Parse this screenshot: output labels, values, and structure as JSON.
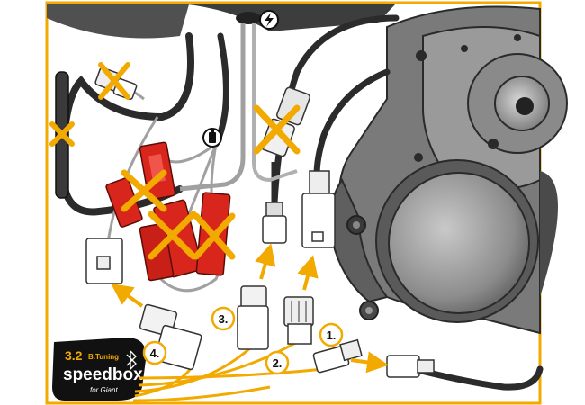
{
  "steps": [
    {
      "label": "1."
    },
    {
      "label": "2."
    },
    {
      "label": "3."
    },
    {
      "label": "4."
    }
  ],
  "device": {
    "version": "3.2",
    "brand_top": "B.Tuning",
    "brand": "speedbox",
    "variant": "for Giant"
  },
  "icons": {
    "power": "lightning-bolt-icon",
    "battery": "battery-icon",
    "bluetooth": "bluetooth-icon",
    "disconnect": "cross-mark-icon"
  },
  "colors": {
    "frame_border": "#f2a900",
    "arrow": "#f2a900",
    "connector_red": "#d9261c",
    "cable_black": "#2b2b2b",
    "cable_grey": "#9a9a9a",
    "motor_grey": "#6f6f6f",
    "device_bg": "#111111"
  }
}
